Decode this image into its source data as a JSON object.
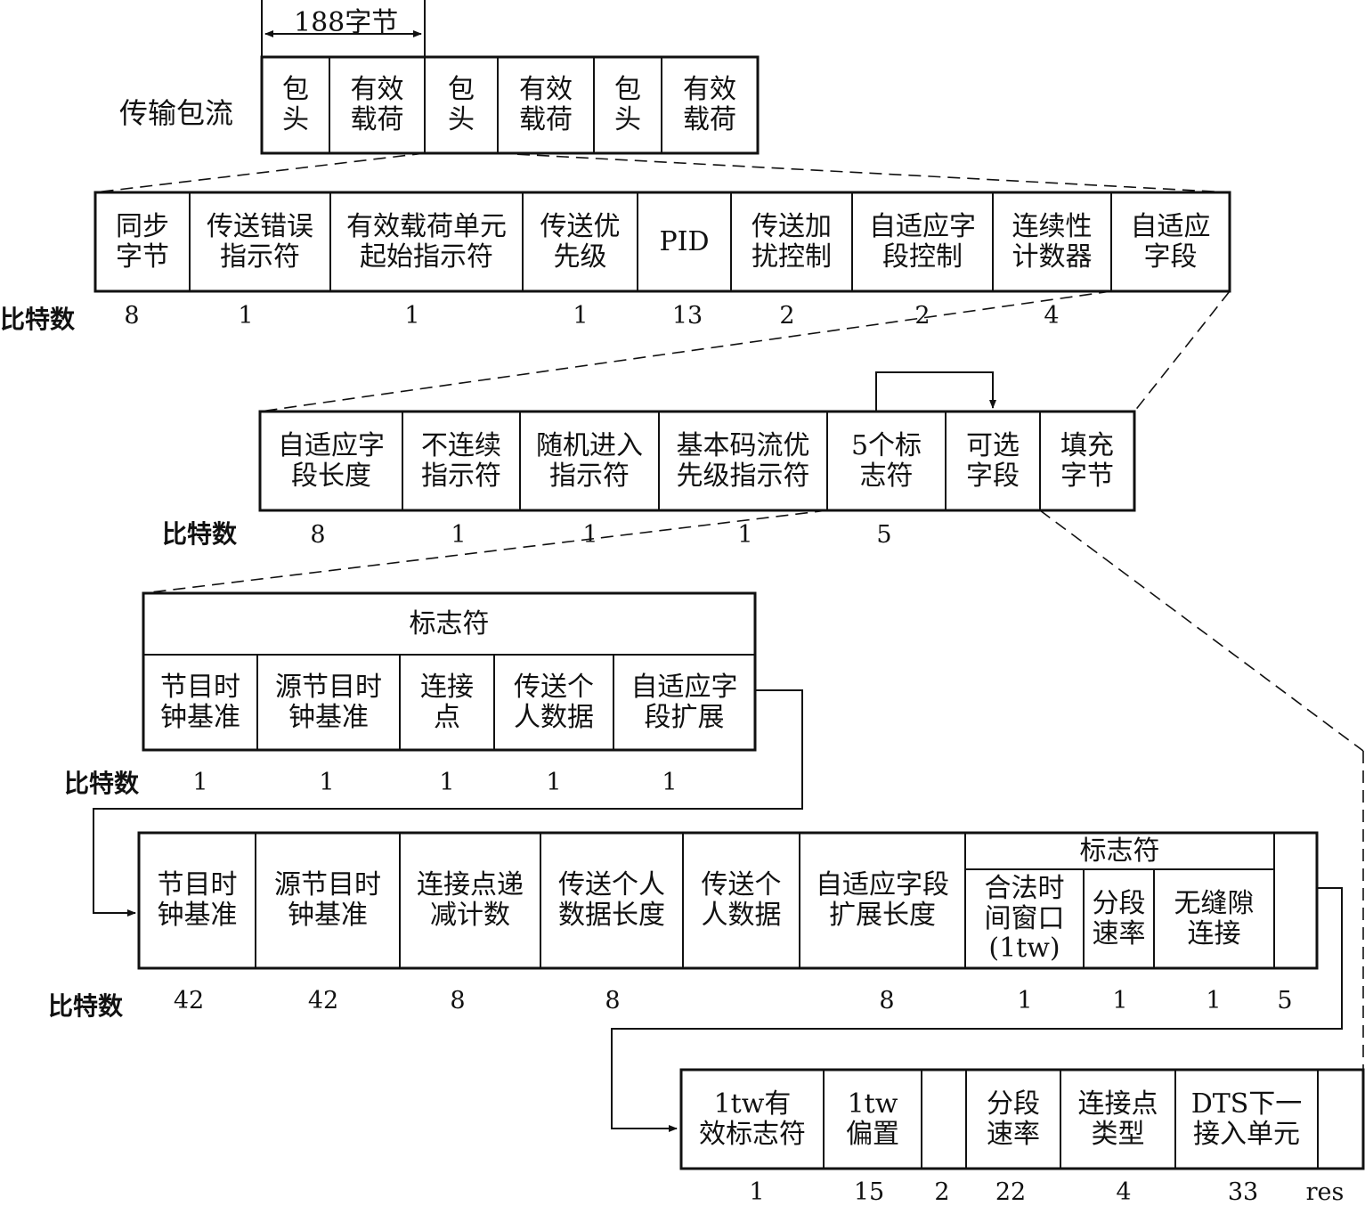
{
  "row0": {
    "dim_label": "188字节",
    "label": "传输包流",
    "cells": [
      "包\n头",
      "有效\n载荷",
      "包\n头",
      "有效\n载荷",
      "包\n头",
      "有效\n载荷"
    ]
  },
  "row1": {
    "cells": [
      "同步\n字节",
      "传送错误\n指示符",
      "有效载荷单元\n起始指示符",
      "传送优\n先级",
      "PID",
      "传送加\n扰控制",
      "自适应字\n段控制",
      "连续性\n计数器",
      "自适应\n字段"
    ],
    "bits_label": "比特数",
    "bits": [
      "8",
      "1",
      "1",
      "1",
      "13",
      "2",
      "2",
      "4"
    ]
  },
  "row2": {
    "cells": [
      "自适应字\n段长度",
      "不连续\n指示符",
      "随机进入\n指示符",
      "基本码流优\n先级指示符",
      "5个标\n志符",
      "可选\n字段",
      "填充\n字节"
    ],
    "bits_label": "比特数",
    "bits": [
      "8",
      "1",
      "1",
      "1",
      "5"
    ]
  },
  "row3": {
    "header": "标志符",
    "cells": [
      "节目时\n钟基准",
      "源节目时\n钟基准",
      "连接\n点",
      "传送个\n人数据",
      "自适应字\n段扩展"
    ],
    "bits_label": "比特数",
    "bits": [
      "1",
      "1",
      "1",
      "1",
      "1"
    ]
  },
  "row4": {
    "cells": [
      "节目时\n钟基准",
      "源节目时\n钟基准",
      "连接点递\n减计数",
      "传送个人\n数据长度",
      "传送个\n人数据",
      "自适应字段\n扩展长度"
    ],
    "flags_header": "标志符",
    "flag_cells": [
      "合法时\n间窗口\n(1tw)",
      "分段\n速率",
      "无缝隙\n连接"
    ],
    "bits_label": "比特数",
    "bits": [
      "42",
      "42",
      "8",
      "8",
      "8",
      "1",
      "1",
      "1",
      "5"
    ]
  },
  "row5": {
    "cells": [
      "1tw有\n效标志符",
      "1tw\n偏置",
      "",
      "分段\n速率",
      "连接点\n类型",
      "DTS下一\n接入单元",
      ""
    ],
    "bits": [
      "1",
      "15",
      "2",
      "22",
      "4",
      "33",
      "res"
    ]
  }
}
